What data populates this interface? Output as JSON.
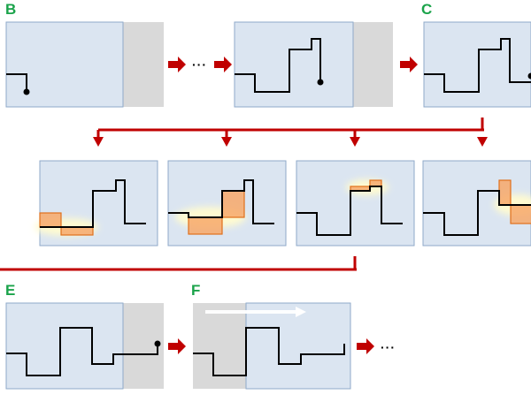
{
  "labels": {
    "b": "B",
    "c": "C",
    "e": "E",
    "f": "F"
  },
  "ellipsis_top": "···",
  "ellipsis_bottom": "···",
  "colors": {
    "label": "#1aa34a",
    "panel_fill": "#dbe5f1",
    "panel_border": "#8fa9c9",
    "gray_fill": "#d9d9d9",
    "arrow": "#c00000",
    "line": "#000000",
    "highlight_fill": "#f7a86a",
    "highlight_stroke": "#e0701c",
    "glow": "#fffbd0",
    "motion_arrow": "#ffffff"
  }
}
